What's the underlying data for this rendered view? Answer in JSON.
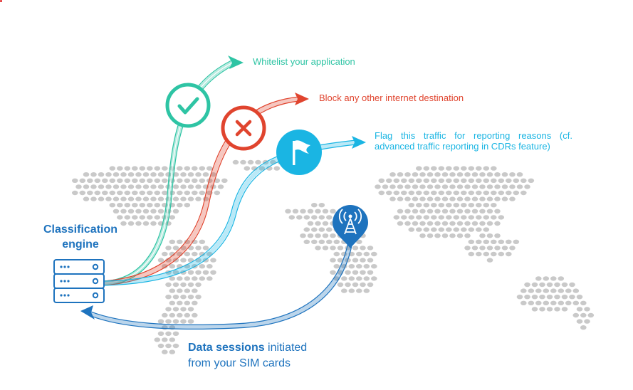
{
  "labels": {
    "whitelist": "Whitelist your application",
    "block": "Block any other internet destination",
    "flag": "Flag this traffic for reporting reasons (cf. advanced traffic reporting in CDRs feature)"
  },
  "engine": {
    "title_line1": "Classification",
    "title_line2": "engine"
  },
  "sessions": {
    "bold": "Data sessions",
    "rest_line1": " initiated",
    "line2": "from your SIM cards"
  },
  "colors": {
    "whitelist": "#2ec4a4",
    "block": "#e0442e",
    "flag": "#1ab5e3",
    "primary": "#1e73be",
    "map_dots": "#c9c9c9"
  },
  "icons": {
    "whitelist": "check-icon",
    "block": "cross-icon",
    "flag": "flag-icon",
    "tower": "antenna-tower-icon",
    "engine": "server-icon"
  }
}
